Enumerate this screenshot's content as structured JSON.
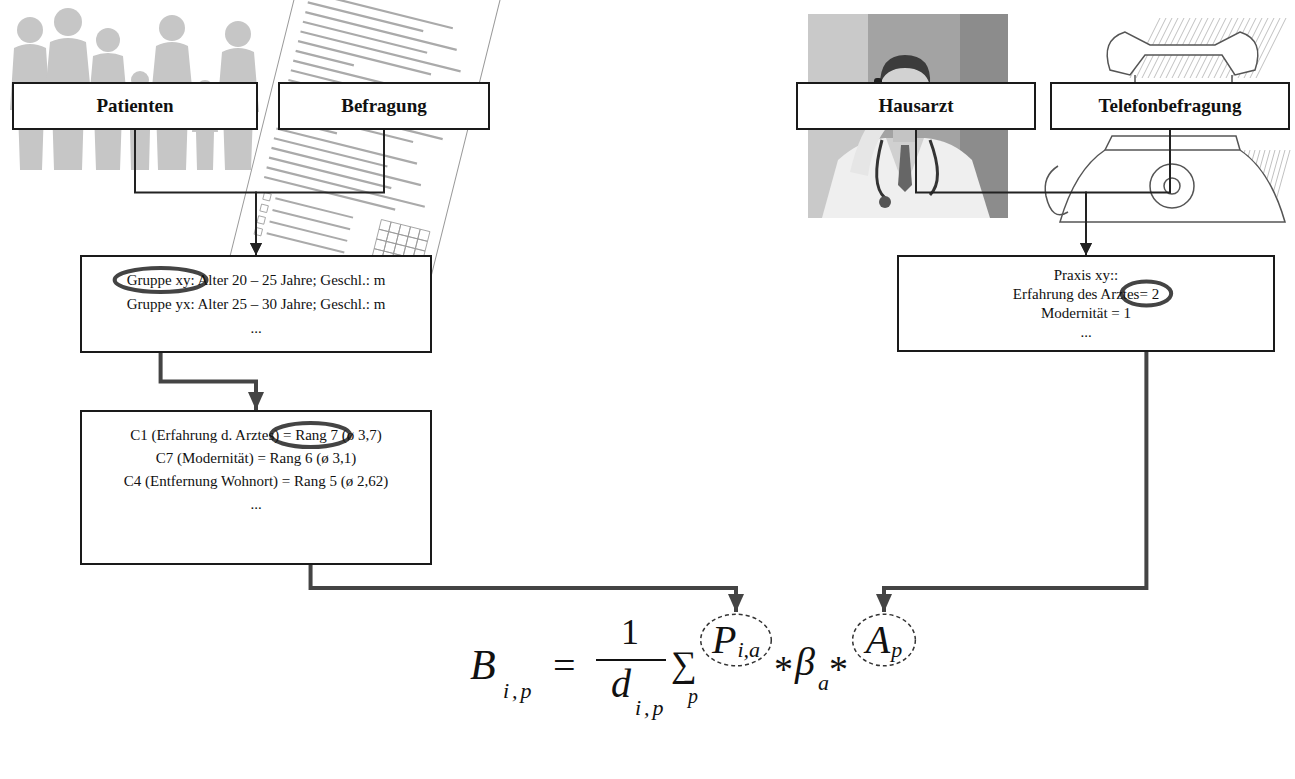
{
  "diagram": {
    "nodes": [
      {
        "text": [
          "Patienten"
        ]
      },
      {
        "text": [
          "Befragung"
        ]
      },
      {
        "text": [
          "Hausarzt"
        ]
      },
      {
        "text": [
          "Telefonbefragung"
        ]
      },
      {
        "text": [
          "Gruppe xy: Alter 20 – 25 Jahre; Geschl.: m",
          "Gruppe yx: Alter 25 – 30 Jahre; Geschl.: m",
          "..."
        ]
      },
      {
        "text": [
          "Praxis xy::",
          "Erfahrung des Arztes= 2",
          "Modernität = 1",
          "..."
        ]
      },
      {
        "text": [
          "C1 (Erfahrung d. Arztes) = Rang 7 (ø 3,7)",
          "C7 (Modernität) = Rang 6 (ø 3,1)",
          "C4 (Entfernung Wohnort) = Rang 5 (ø 2,62)",
          "..."
        ]
      },
      {
        "text": [
          "P",
          "i,a"
        ]
      },
      {
        "text": [
          "A",
          "p"
        ]
      }
    ],
    "edges": [
      {
        "from": 0,
        "to": 4,
        "arrow": "to"
      },
      {
        "from": 1,
        "to": 4,
        "arrow": "to"
      },
      {
        "from": 2,
        "to": 5,
        "arrow": "to"
      },
      {
        "from": 3,
        "to": 5,
        "arrow": "to"
      },
      {
        "from": 4,
        "to": 6,
        "arrow": "to"
      },
      {
        "from": 6,
        "to": 7,
        "arrow": "to"
      },
      {
        "from": 5,
        "to": 8,
        "arrow": "to"
      }
    ],
    "labels": [
      "B",
      "i,p",
      "=",
      "1",
      "d",
      "i,p",
      "∑",
      "p",
      "*",
      "β",
      "a",
      "*"
    ]
  }
}
